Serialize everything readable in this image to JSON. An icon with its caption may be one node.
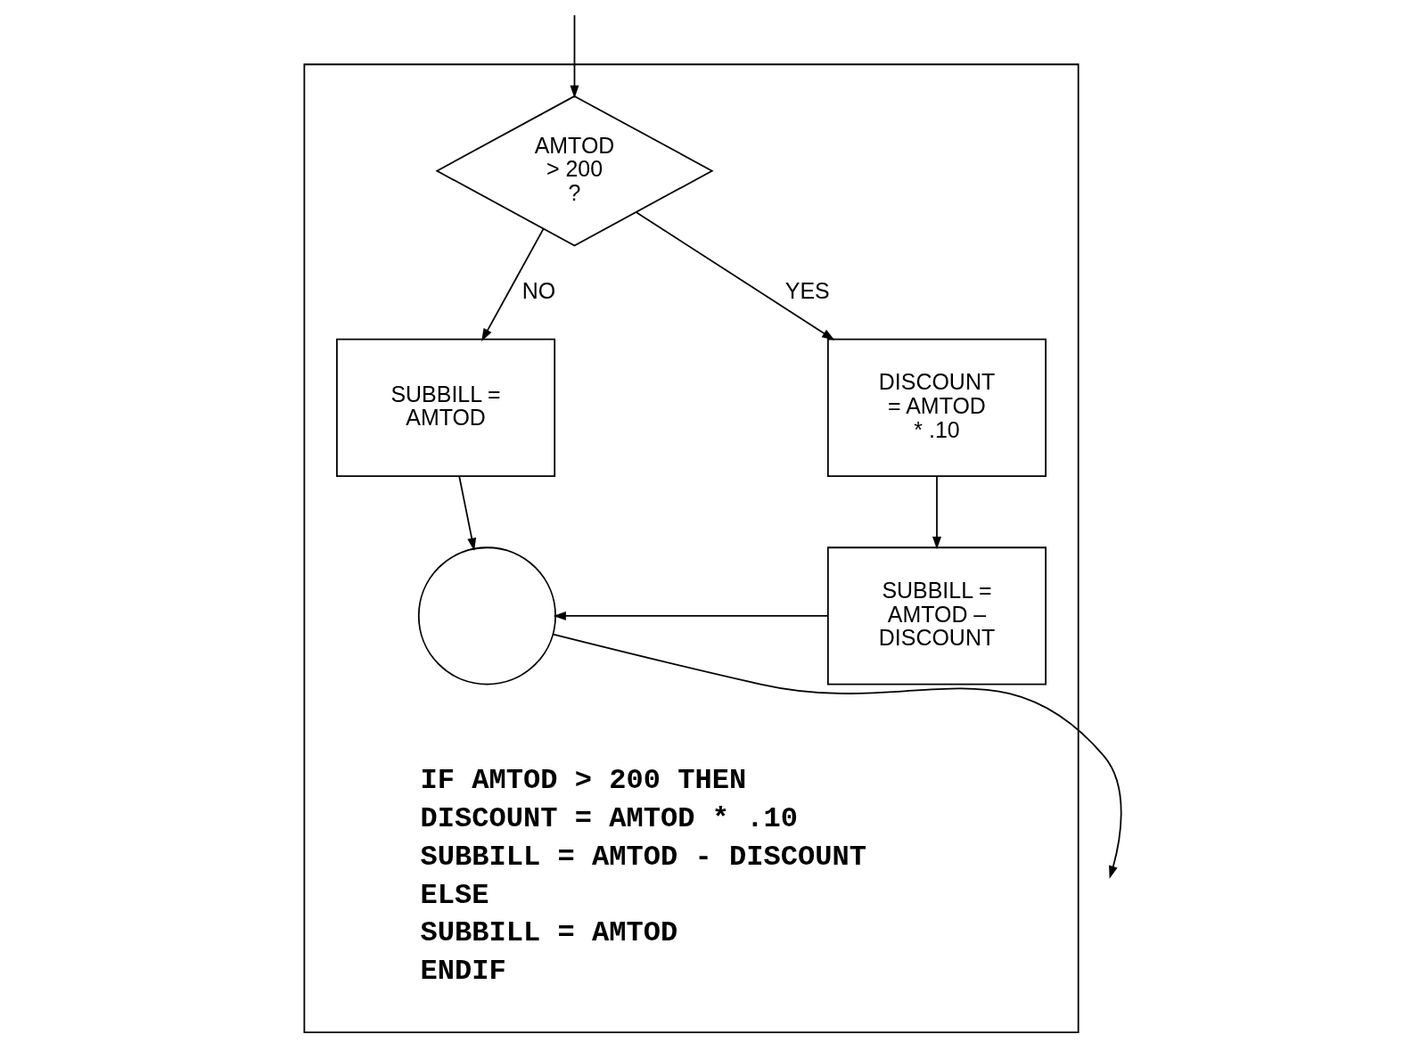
{
  "diagram": {
    "nodes": [
      {
        "text": [],
        "shape": "box"
      },
      {
        "text": [
          "AMTOD > 200 ?"
        ],
        "in": 0
      },
      {
        "text": [
          "SUBBILL = AMTOD"
        ],
        "in": 0
      },
      {
        "text": [
          "DISCOUNT = AMTOD * .10"
        ],
        "in": 0
      },
      {
        "text": [
          "SUBBILL = AMTOD – DISCOUNT"
        ],
        "in": 0
      },
      {
        "text": [],
        "shape": "circle",
        "in": 0
      }
    ],
    "edges": [
      {
        "from": null,
        "to": 1,
        "arrow": "to"
      },
      {
        "from": 1,
        "to": 2,
        "label": "NO",
        "arrow": "to"
      },
      {
        "from": 1,
        "to": 3,
        "label": "YES",
        "arrow": "to"
      },
      {
        "from": 3,
        "to": 4,
        "arrow": "to"
      },
      {
        "from": 2,
        "to": 5,
        "arrow": "to"
      },
      {
        "from": 4,
        "to": 5,
        "arrow": "to"
      },
      {
        "from": 5,
        "to": null,
        "arrow": "to"
      }
    ],
    "labels": [
      "IF AMTOD > 200 THEN",
      "DISCOUNT = AMTOD * .10",
      "SUBBILL = AMTOD - DISCOUNT",
      "ELSE",
      "SUBBILL = AMTOD",
      "ENDIF"
    ]
  }
}
